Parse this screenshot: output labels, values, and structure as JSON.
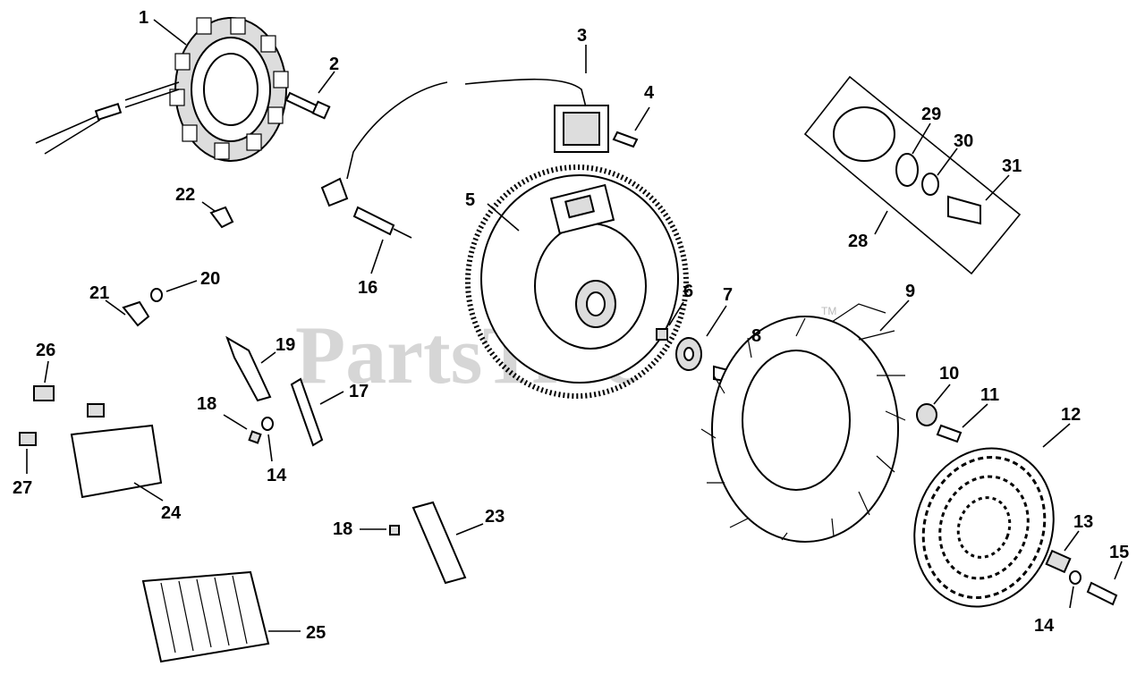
{
  "watermark": "PartsTree",
  "watermark_tm": "TM",
  "labels": {
    "p1": "1",
    "p2": "2",
    "p3": "3",
    "p4": "4",
    "p5": "5",
    "p6": "6",
    "p7": "7",
    "p8": "8",
    "p9": "9",
    "p10": "10",
    "p11": "11",
    "p12": "12",
    "p13": "13",
    "p14a": "14",
    "p14b": "14",
    "p15": "15",
    "p16": "16",
    "p17": "17",
    "p18a": "18",
    "p18b": "18",
    "p19": "19",
    "p20": "20",
    "p21": "21",
    "p22": "22",
    "p23": "23",
    "p24": "24",
    "p25": "25",
    "p26": "26",
    "p27": "27",
    "p28": "28",
    "p29": "29",
    "p30": "30",
    "p31": "31"
  }
}
